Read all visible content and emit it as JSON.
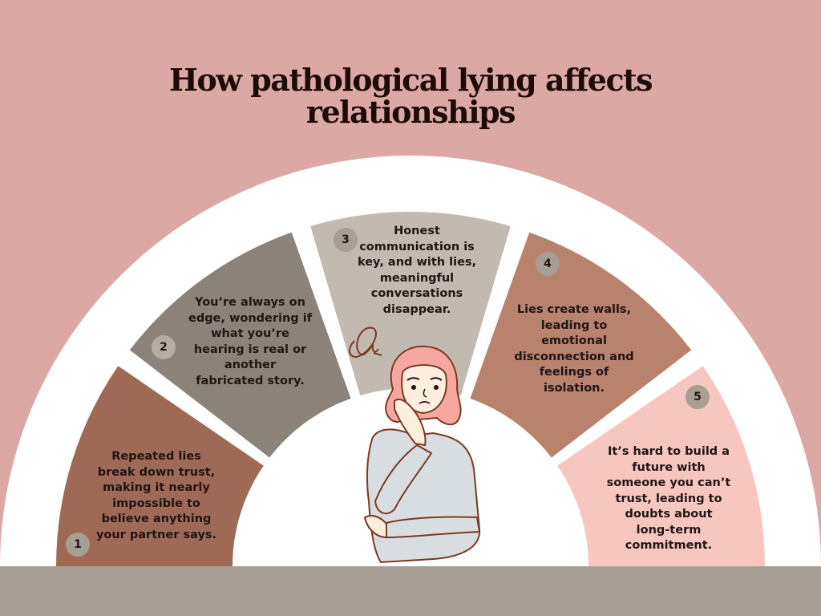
{
  "title": {
    "line1": "How pathological lying affects",
    "line2": "relationships"
  },
  "colors": {
    "background": "#dca8a5",
    "arc": "#ffffff",
    "floor": "#a69e94",
    "segment_1": "#9f6a55",
    "segment_2": "#8b837a",
    "segment_3": "#c2b9b0",
    "segment_4": "#b8826c",
    "segment_5": "#f8c6c0",
    "badge": "#a79e94",
    "text": "#231515"
  },
  "segments": [
    {
      "number": "1",
      "text": [
        "Repeated lies",
        "break down trust,",
        "making it nearly",
        "impossible to",
        "believe anything",
        "your partner says."
      ]
    },
    {
      "number": "2",
      "text": [
        "You’re always on",
        "edge, wondering if",
        "what you’re",
        "hearing is real or",
        "another",
        "fabricated story."
      ]
    },
    {
      "number": "3",
      "text": [
        "Honest",
        "communication is",
        "key, and with lies,",
        "meaningful",
        "conversations",
        "disappear."
      ]
    },
    {
      "number": "4",
      "text": [
        "Lies create walls,",
        "leading to",
        "emotional",
        "disconnection and",
        "feelings of",
        "isolation."
      ]
    },
    {
      "number": "5",
      "text": [
        "It’s hard to build a",
        "future with",
        "someone you can’t",
        "trust, leading to",
        "doubts about",
        "long-term",
        "commitment."
      ]
    }
  ],
  "illustration": {
    "subject": "thoughtful-woman-icon",
    "accent": "confused-scribble-icon"
  }
}
